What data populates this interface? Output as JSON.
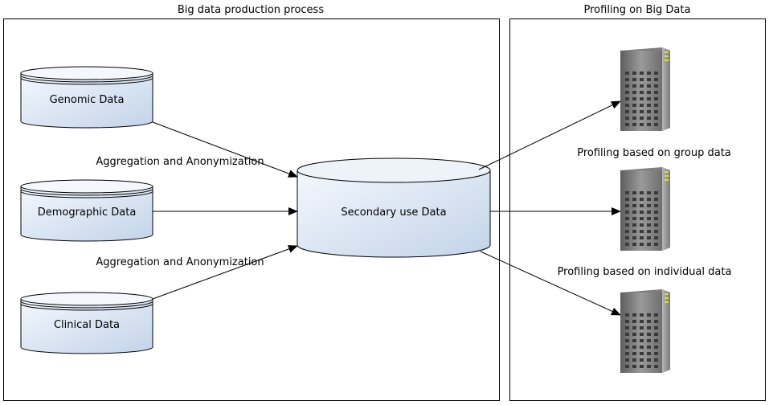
{
  "panels": {
    "left": {
      "title": "Big data production process"
    },
    "right": {
      "title": "Profiling on Big Data"
    }
  },
  "sources": [
    {
      "label": "Genomic Data"
    },
    {
      "label": "Demographic Data"
    },
    {
      "label": "Clinical Data"
    }
  ],
  "target": {
    "label": "Secondary use Data"
  },
  "edge_labels": {
    "top": "Aggregation and Anonymization",
    "bottom": "Aggregation and Anonymization"
  },
  "profiling_labels": {
    "group": "Profiling based on group data",
    "individual": "Profiling based on individual data"
  },
  "servers": [
    "server-icon",
    "server-icon",
    "server-icon"
  ],
  "colors": {
    "db_top": "#f4f8fd",
    "db_bottom": "#c7d6ea",
    "border": "#000000",
    "server_body": "#8c8c8c",
    "server_light": "#d8dc32"
  }
}
